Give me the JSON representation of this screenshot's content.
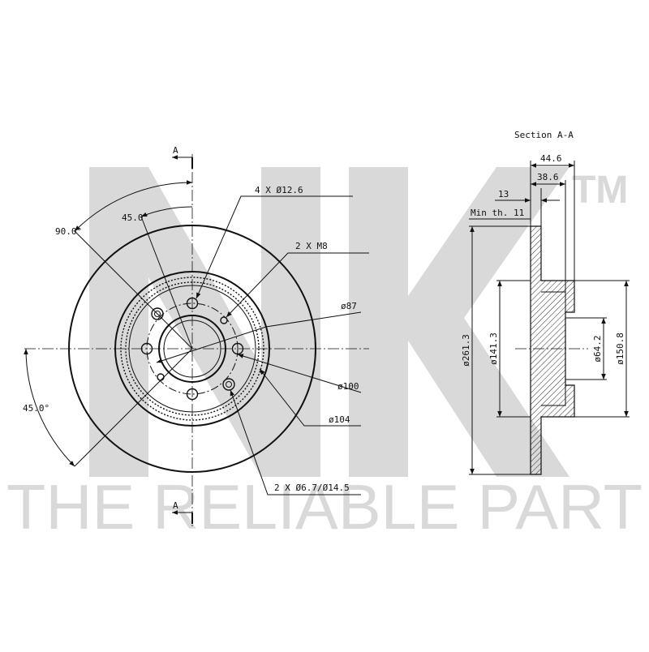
{
  "watermark": {
    "brand": "NK",
    "trademark": "TM",
    "slogan": "THE RELIABLE PART",
    "color": "#d9d9d9"
  },
  "front_view": {
    "section_marker_top": "A",
    "section_marker_bottom": "A",
    "angle_labels": [
      "90.0°",
      "45.0°",
      "45.0°"
    ],
    "callouts": {
      "bolt_holes": "4 X Ø12.6",
      "threads": "2 X M8",
      "dia_87": "ø87",
      "dia_100": "ø100",
      "dia_104": "ø104",
      "small_holes": "2 X Ø6.7/Ø14.5"
    }
  },
  "section_view": {
    "title": "Section A-A",
    "dims": {
      "overall_width": "44.6",
      "hat_depth": "38.6",
      "thickness": "13",
      "min_thickness": "Min th. 11",
      "outer_dia": "ø261.3",
      "hat_inner_dia": "ø141.3",
      "center_bore": "ø64.2",
      "hat_outer_dia": "ø150.8"
    }
  },
  "colors": {
    "line": "#111111",
    "background": "#ffffff"
  }
}
